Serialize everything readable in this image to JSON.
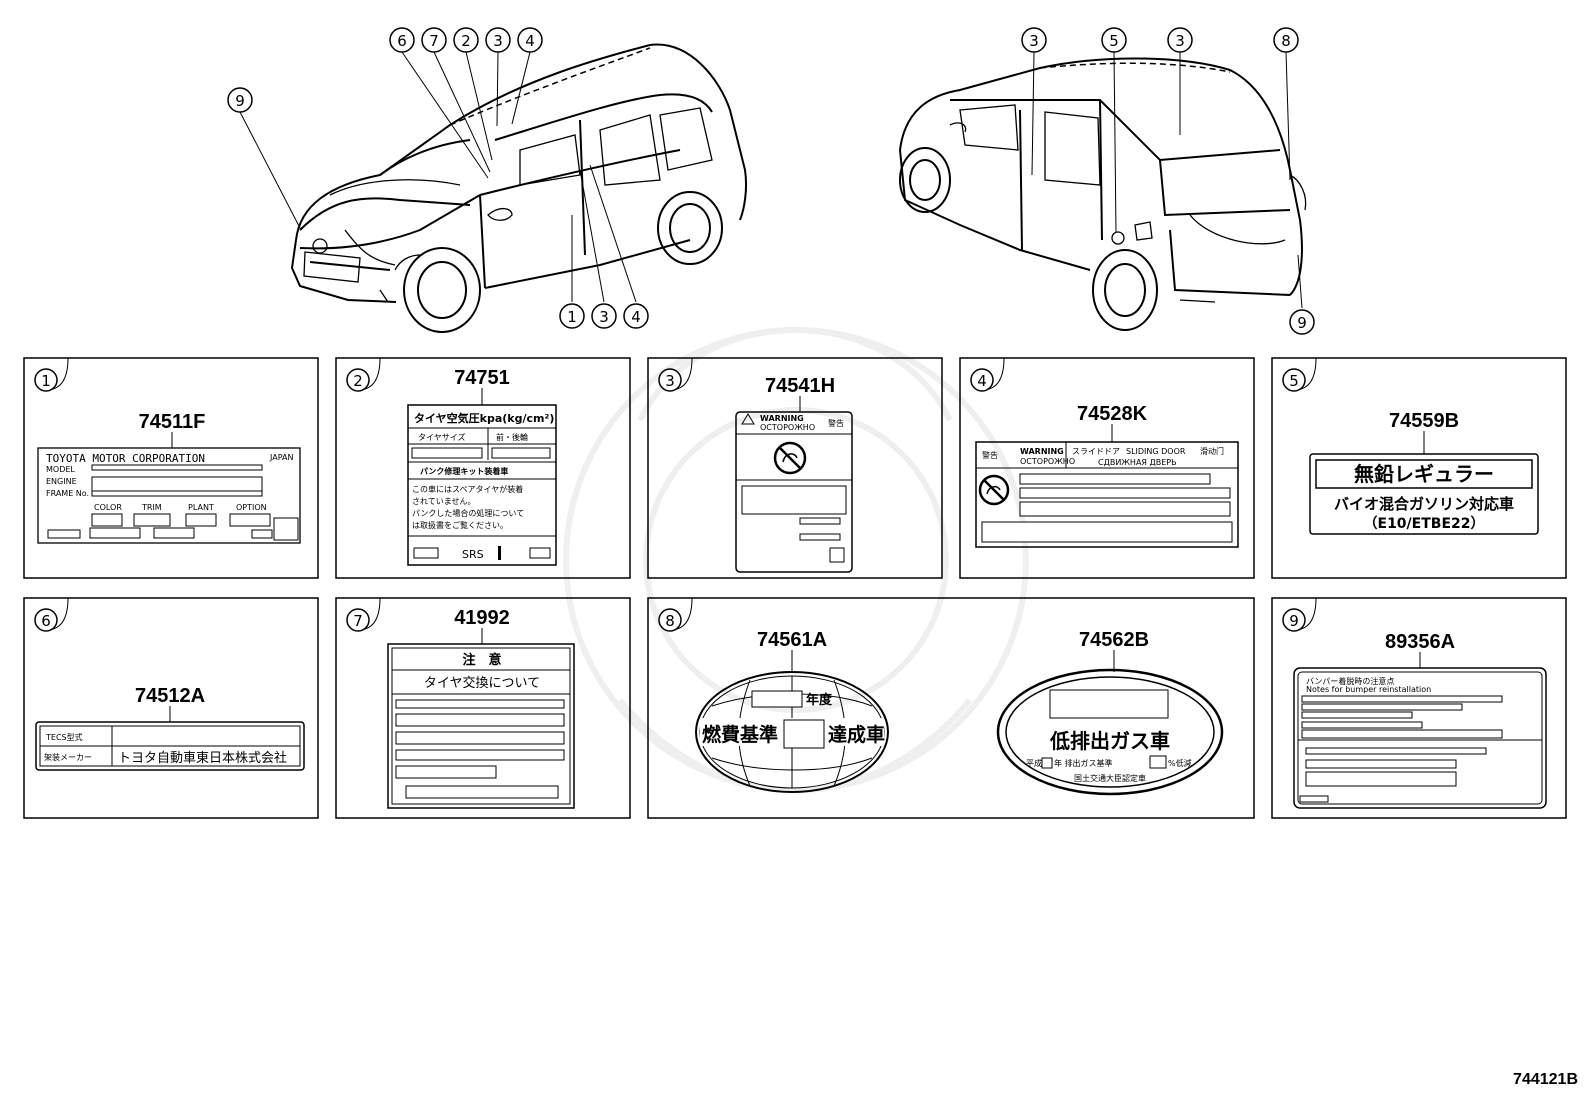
{
  "drawing_number": "744121B",
  "callouts_front": [
    "9",
    "6",
    "7",
    "2",
    "3",
    "4",
    "1",
    "3",
    "4"
  ],
  "callouts_rear": [
    "3",
    "5",
    "3",
    "8",
    "9"
  ],
  "panels": [
    {
      "index": "1",
      "part_number": "74511F",
      "label": {
        "maker": "TOYOTA MOTOR CORPORATION",
        "corner": "JAPAN",
        "rows": [
          "MODEL",
          "ENGINE",
          "FRAME No."
        ],
        "cols": [
          "COLOR",
          "TRIM",
          "PLANT",
          "OPTION"
        ]
      }
    },
    {
      "index": "2",
      "part_number": "74751",
      "label": {
        "title": "タイヤ空気圧kpa(kg/cm²)",
        "col1": "タイヤサイズ",
        "col2": "前・後輪",
        "kit": "パンク修理キット装着車",
        "note": [
          "この車にはスペアタイヤが装着",
          "されていません。",
          "パンクした場合の処理について",
          "は取扱書をご覧ください。"
        ],
        "footer": "SRS"
      }
    },
    {
      "index": "3",
      "part_number": "74541H",
      "label": {
        "warning": "WARNING",
        "warning_ru": "ОСТОРОЖНО",
        "warning_jp": "警告"
      }
    },
    {
      "index": "4",
      "part_number": "74528K",
      "label": {
        "jp": "警告",
        "warning": "WARNING",
        "warning_ru": "ОСТОРОЖНО",
        "door_jp": "スライドドア",
        "door_en": "SLIDING DOOR",
        "door_cn": "滑动门",
        "door_ru": "СДВИЖНАЯ ДВЕРЬ"
      }
    },
    {
      "index": "5",
      "part_number": "74559B",
      "label": {
        "line1": "無鉛レギュラー",
        "line2": "バイオ混合ガソリン対応車",
        "line3": "（E10/ETBE22）"
      }
    },
    {
      "index": "6",
      "part_number": "74512A",
      "label": {
        "row1_key": "TECS型式",
        "row2_key": "架装メーカー",
        "row2_val": "トヨタ自動車東日本株式会社"
      }
    },
    {
      "index": "7",
      "part_number": "41992",
      "label": {
        "title": "注　意",
        "subtitle": "タイヤ交換について"
      }
    },
    {
      "index": "8",
      "part_number": "74561A",
      "part_number_2": "74562B",
      "label": {
        "year": "年度",
        "left_a": "燃費基準",
        "left_b": "達成車",
        "right_main": "低排出ガス車",
        "right_small_a": "平成",
        "right_small_b": "年 排出ガス基準",
        "right_small_c": "%低減",
        "right_small_d": "国土交通大臣認定車"
      }
    },
    {
      "index": "9",
      "part_number": "89356A",
      "label": {
        "line1": "バンパー着脱時の注意点",
        "line2": "Notes for bumper reinstallation"
      }
    }
  ]
}
